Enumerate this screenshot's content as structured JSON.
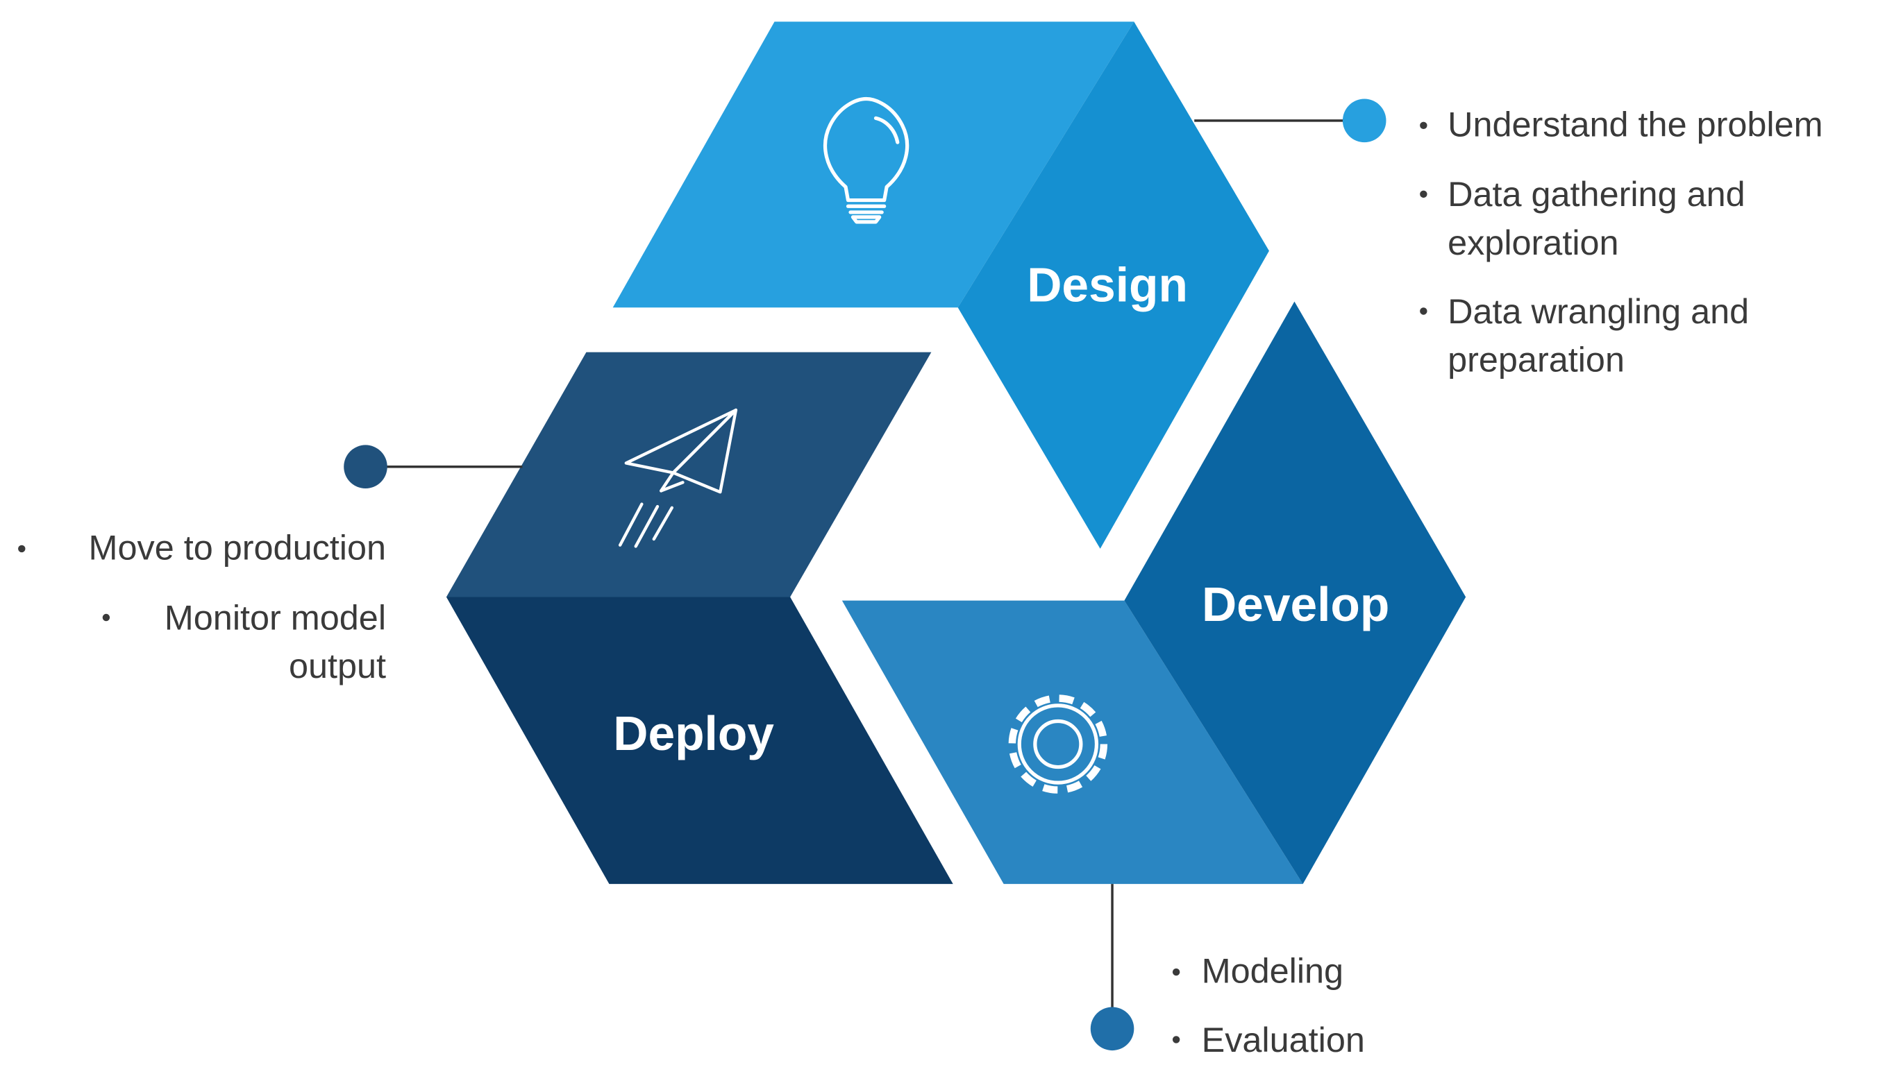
{
  "colors": {
    "design_light": "#27a0df",
    "design_mid": "#1590d1",
    "develop_mid": "#206fa9",
    "develop_dark": "#0b65a2",
    "develop_light": "#2a86c2",
    "deploy_top": "#20517c",
    "deploy_bottom": "#0d3a64",
    "connector": "#333333",
    "text": "#3a3a3a",
    "white": "#ffffff"
  },
  "stages": {
    "design": {
      "title": "Design",
      "icon": "lightbulb-icon",
      "bullets": [
        "Understand the problem",
        "Data gathering and",
        "exploration",
        "Data wrangling and",
        "preparation"
      ]
    },
    "develop": {
      "title": "Develop",
      "icon": "gear-icon",
      "bullets": [
        "Modeling",
        "Evaluation"
      ]
    },
    "deploy": {
      "title": "Deploy",
      "icon": "paper-plane-icon",
      "bullets": [
        "Move to production",
        "Monitor model",
        "output"
      ]
    }
  }
}
